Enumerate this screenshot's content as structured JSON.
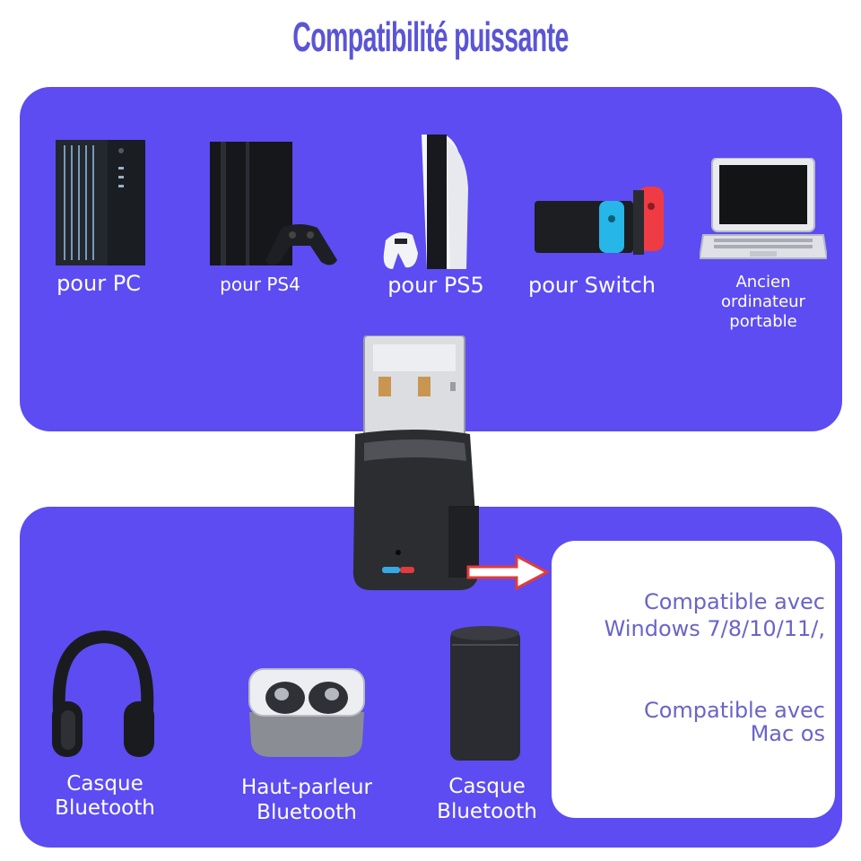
{
  "title": "Compatibilité puissante",
  "colors": {
    "accent": "#5c4cf2",
    "title": "#5a55d6",
    "info_text": "#6a64c8",
    "arrow": "#e23b3b"
  },
  "top_devices": [
    {
      "label": "pour PC",
      "icon": "pc-tower-icon"
    },
    {
      "label": "pour PS4",
      "icon": "ps4-console-icon"
    },
    {
      "label": "pour PS5",
      "icon": "ps5-console-icon"
    },
    {
      "label": "pour Switch",
      "icon": "switch-console-icon"
    },
    {
      "label_lines": [
        "Ancien",
        "ordinateur",
        "portable"
      ],
      "icon": "laptop-icon"
    }
  ],
  "bottom_devices": [
    {
      "label_lines": [
        "Casque",
        "Bluetooth"
      ],
      "icon": "headphones-icon"
    },
    {
      "label_lines": [
        "Haut-parleur",
        "Bluetooth"
      ],
      "icon": "earbuds-icon"
    },
    {
      "label_lines": [
        "Casque",
        "Bluetooth"
      ],
      "icon": "smart-speaker-icon"
    }
  ],
  "info": {
    "windows": [
      "Compatible avec",
      "Windows 7/8/10/11/,"
    ],
    "mac": [
      "Compatible avec",
      "Mac os"
    ]
  }
}
